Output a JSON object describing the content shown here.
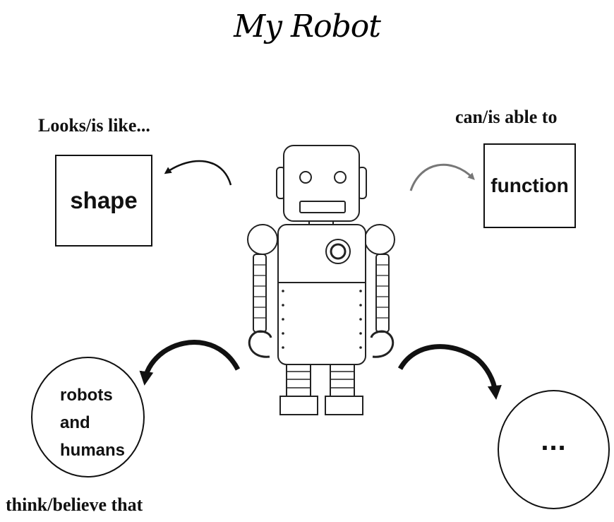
{
  "title": "My Robot",
  "captions": {
    "looks": "Looks/is like...",
    "can": "can/is able to",
    "think": "think/believe that"
  },
  "boxes": {
    "shape": "shape",
    "function": "function"
  },
  "circles": {
    "left_lines": [
      "robots",
      "and",
      "humans"
    ],
    "right": "..."
  },
  "icons": [
    "robot-illustration",
    "curved-arrow-icon"
  ]
}
